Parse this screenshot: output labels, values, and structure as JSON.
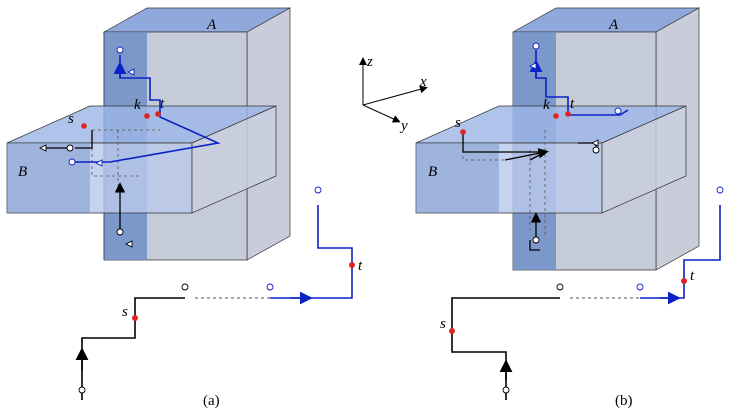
{
  "panels": [
    {
      "caption": "(a)",
      "block_a_label": "A",
      "block_b_label": "B",
      "start_label": "s",
      "end_label": "t",
      "interface_label": "k"
    },
    {
      "caption": "(b)",
      "block_a_label": "A",
      "block_b_label": "B",
      "start_label": "s",
      "end_label": "t",
      "interface_label": "k"
    }
  ],
  "axes": {
    "z": "z",
    "x": "x",
    "y": "y"
  },
  "colors": {
    "block_front": "#6e8fc8",
    "block_side": "#c9cdd9",
    "block_top": "#8fa9dc",
    "slab_top": "#9db6e6",
    "slab_front": "#b9c9ea",
    "path_black": "#000000",
    "path_blue": "#0a22c8",
    "point_red": "#e0231c",
    "dash_gray": "#555555"
  }
}
